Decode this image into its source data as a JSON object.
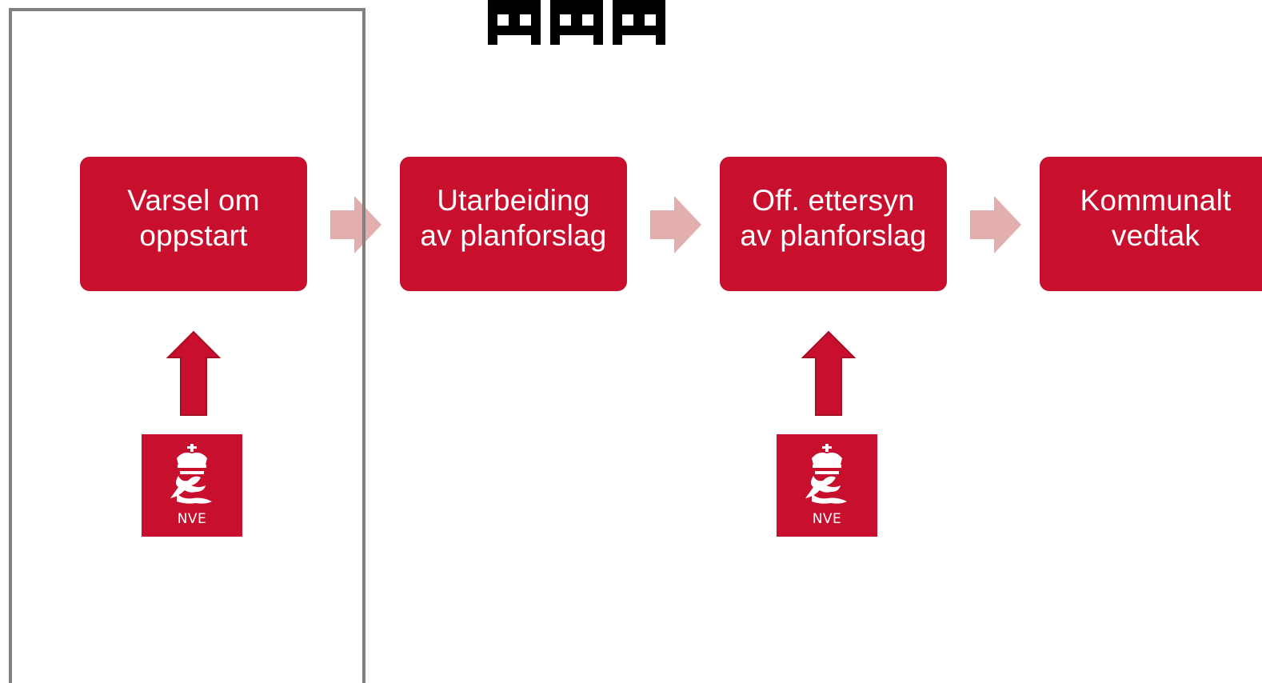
{
  "process": {
    "steps": [
      {
        "label": "Varsel om\noppstart"
      },
      {
        "label": "Utarbeiding\nav planforslag"
      },
      {
        "label": "Off. ettersyn\nav planforslag"
      },
      {
        "label": "Kommunalt\nvedtak"
      }
    ],
    "box_color": "#c8102e",
    "connector_color": "#e2aeae",
    "connector_icon": "chevron-right-arrow-icon"
  },
  "authority": {
    "logos": [
      {
        "text": "NVE",
        "icon": "nve-coat-of-arms-icon"
      },
      {
        "text": "NVE",
        "icon": "nve-coat-of-arms-icon"
      }
    ],
    "arrow_icon": "up-arrow-icon",
    "arrow_color": "#c8102e",
    "arrow_outline": "#a60d26"
  },
  "header": {
    "icon": "buildings-icon"
  },
  "highlight": {
    "frame_color": "#808080"
  }
}
